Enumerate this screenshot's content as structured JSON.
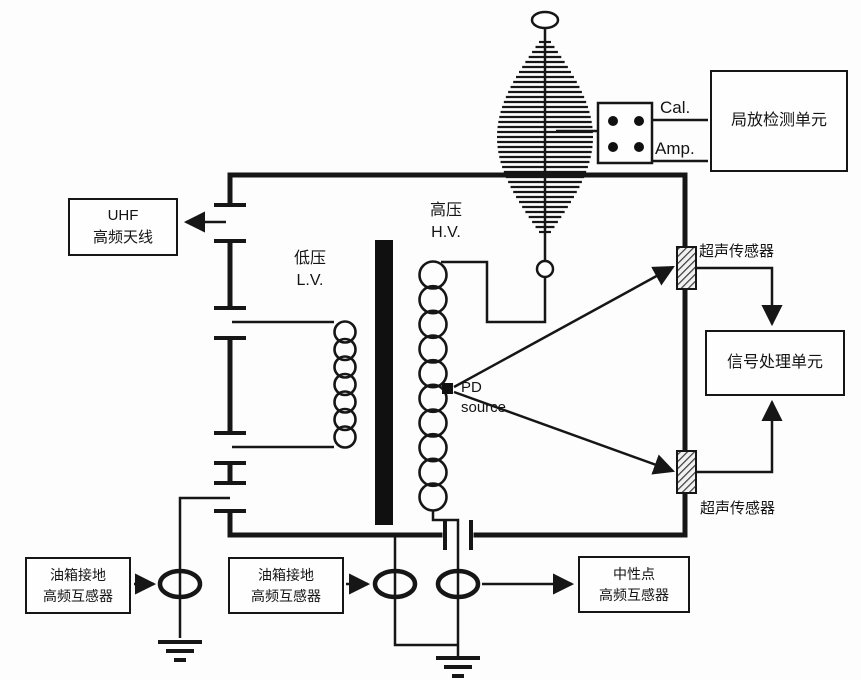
{
  "boxes": {
    "uhf": {
      "line1": "UHF",
      "line2": "高频天线"
    },
    "pd_detect": {
      "label": "局放检测单元"
    },
    "signal": {
      "label": "信号处理单元"
    },
    "tank_ground_left": {
      "line1": "油箱接地",
      "line2": "高频互感器"
    },
    "tank_ground_mid": {
      "line1": "油箱接地",
      "line2": "高频互感器"
    },
    "neutral": {
      "line1": "中性点",
      "line2": "高频互感器"
    }
  },
  "labels": {
    "hv_line1": "高压",
    "hv_line2": "H.V.",
    "lv_line1": "低压",
    "lv_line2": "L.V.",
    "pd_line1": "PD",
    "pd_line2": "source",
    "cal": "Cal.",
    "amp": "Amp.",
    "ultrasonic_top": "超声传感器",
    "ultrasonic_bottom": "超声传感器"
  },
  "colors": {
    "line": "#161616",
    "background": "#fdfdfd"
  }
}
